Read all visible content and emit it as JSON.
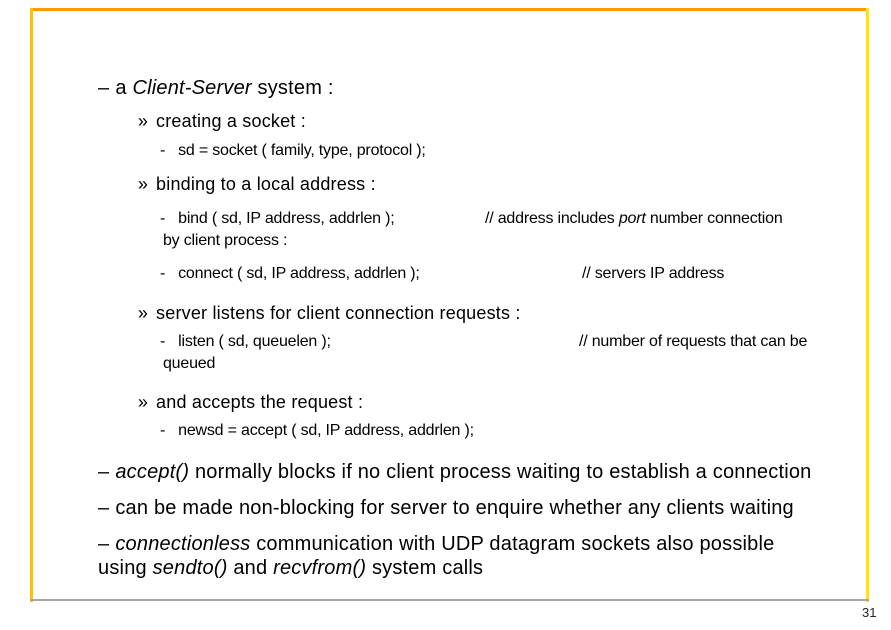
{
  "frame": {
    "top_color": "#FF9900",
    "left_color": "#FFC000",
    "right_color": "#FFE600",
    "bottom_color": "#A6A6A6"
  },
  "page_number": "31",
  "content": {
    "l1": {
      "bullet": "–",
      "a": "a ",
      "em": "Client-Server",
      "b": " system :"
    },
    "l2": {
      "bullet": "»",
      "a": "creating a socket :"
    },
    "l3": {
      "bullet": "-",
      "a": "sd = socket ( family, type, protocol );"
    },
    "l4": {
      "bullet": "»",
      "a": "binding to a local address :"
    },
    "l5": {
      "bullet": "-",
      "a": "bind ( sd, IP address, addrlen );",
      "c1": "// address includes ",
      "cem": "port",
      "c2": " number connection",
      "wrap": "by client process :"
    },
    "l6": {
      "bullet": "-",
      "a": "connect ( sd, IP address, addrlen );",
      "c1": "// servers IP address"
    },
    "l7": {
      "bullet": "»",
      "a": "server listens for client connection requests :"
    },
    "l8": {
      "bullet": "-",
      "a": "listen ( sd, queuelen );",
      "c1": "// number of requests that can be",
      "wrap": "queued"
    },
    "l9": {
      "bullet": "»",
      "a": "and accepts the request :"
    },
    "l10": {
      "bullet": "-",
      "a": "newsd = accept ( sd, IP address, addrlen );"
    },
    "l11": {
      "bullet": "–",
      "em": "accept()",
      "a": " normally blocks if no client process waiting to establish a connection"
    },
    "l12": {
      "bullet": "–",
      "a": "can be made non-blocking for server to enquire whether any clients waiting"
    },
    "l13": {
      "bullet": "–",
      "em": "connectionless",
      "a": " communication with UDP datagram sockets also possible"
    },
    "l13w": {
      "a": "using ",
      "em1": "sendto()",
      "b": " and ",
      "em2": "recvfrom()",
      "c": " system calls"
    }
  }
}
